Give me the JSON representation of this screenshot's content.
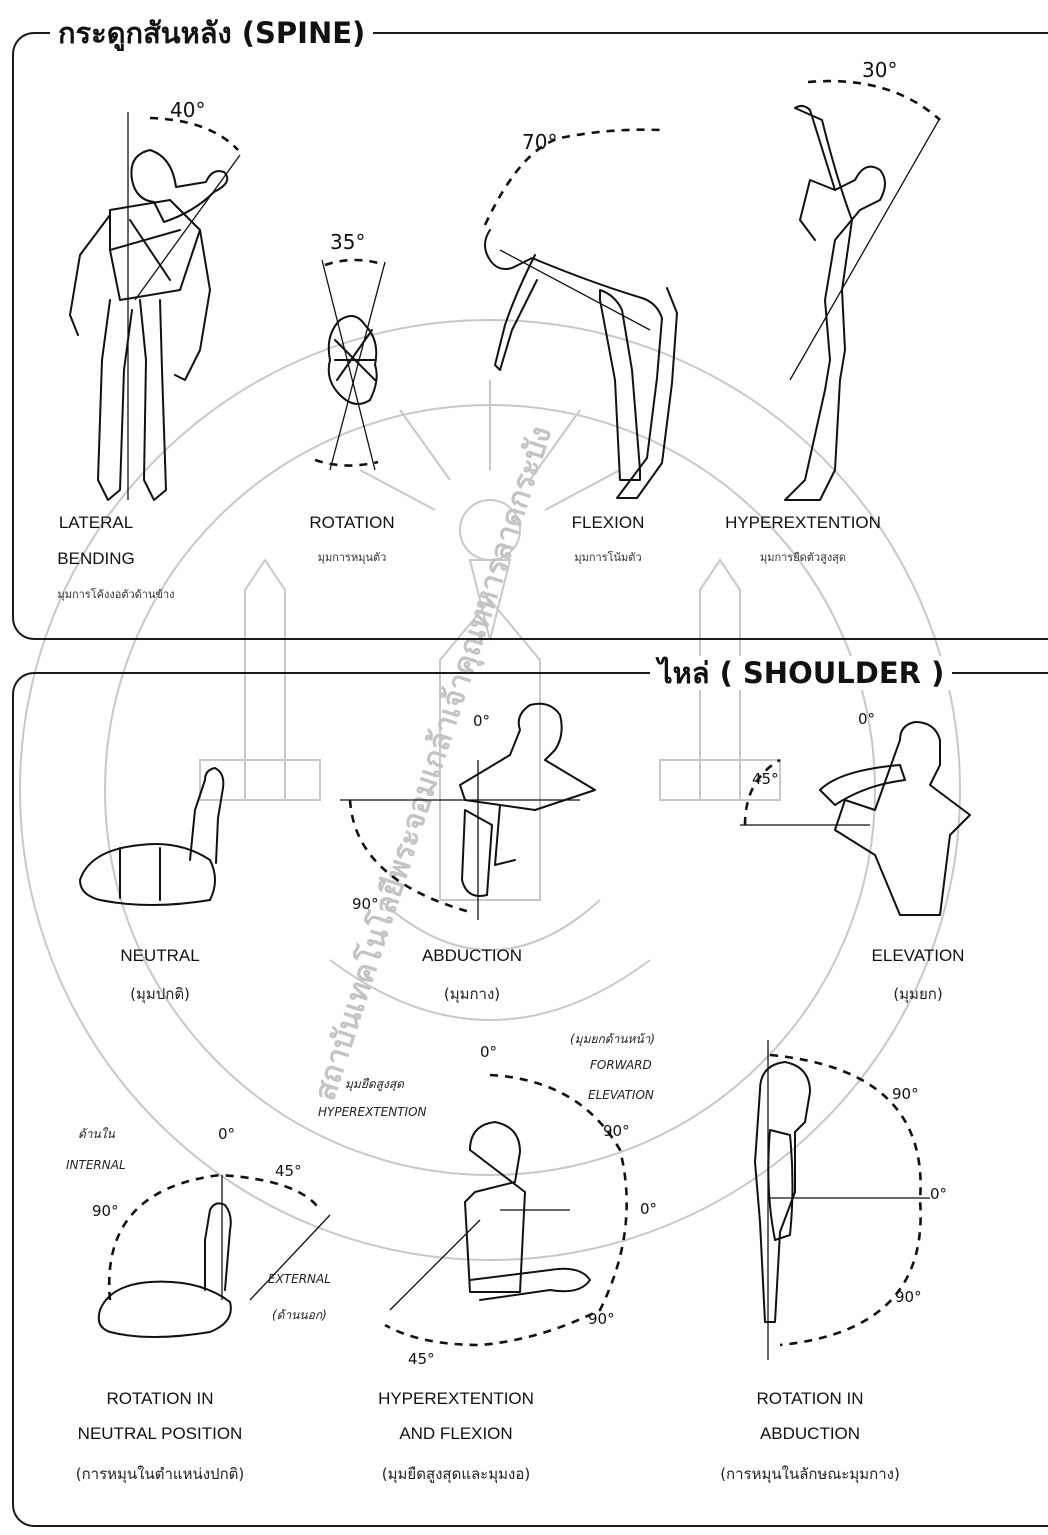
{
  "spine": {
    "title": "กระดูกสันหลัง (SPINE)",
    "items": [
      {
        "label_line1": "LATERAL",
        "label_line2": "BENDING",
        "sub": "มุมการโค้งงอตัวด้านข้าง",
        "angle": "40°"
      },
      {
        "label_line1": "ROTATION",
        "sub": "มุมการหมุนตัว",
        "angle": "35°"
      },
      {
        "label_line1": "FLEXION",
        "sub": "มุมการโน้มตัว",
        "angle": "70°"
      },
      {
        "label_line1": "HYPEREXTENTION",
        "sub": "มุมการยืดตัวสูงสุด",
        "angle": "30°"
      }
    ]
  },
  "shoulder": {
    "title": "ไหล่ ( SHOULDER )",
    "row1": [
      {
        "label": "NEUTRAL",
        "sub": "(มุมปกติ)"
      },
      {
        "label": "ABDUCTION",
        "sub": "(มุมกาง)",
        "angle_top": "0°",
        "angle_bottom": "90°"
      },
      {
        "label": "ELEVATION",
        "sub": "(มุมยก)",
        "angle_top": "0°",
        "angle_side": "45°"
      }
    ],
    "row2": [
      {
        "label_line1": "ROTATION IN",
        "label_line2": "NEUTRAL POSITION",
        "sub": "(การหมุนในตำแหน่งปกติ)",
        "note_internal_th": "ด้านใน",
        "note_internal": "INTERNAL",
        "note_external": "EXTERNAL",
        "note_external_th": "(ด้านนอก)",
        "angle_top": "0°",
        "angle_left": "90°",
        "angle_right": "45°"
      },
      {
        "label_line1": "HYPEREXTENTION",
        "label_line2": "AND FLEXION",
        "sub": "(มุมยืดสูงสุดและมุมงอ)",
        "note_hyper_th": "มุมยืดสูงสุด",
        "note_hyper": "HYPEREXTENTION",
        "note_forward_th": "(มุมยกด้านหน้า)",
        "note_forward1": "FORWARD",
        "note_forward2": "ELEVATION",
        "angle_top": "0°",
        "angle_mid": "90°",
        "angle_right": "0°",
        "angle_bottom": "90°",
        "angle_left": "45°"
      },
      {
        "label_line1": "ROTATION IN",
        "label_line2": "ABDUCTION",
        "sub": "(การหมุนในลักษณะมุมกาง)",
        "angle_top": "90°",
        "angle_right": "0°",
        "angle_bottom": "90°"
      }
    ]
  },
  "watermark": {
    "text": "สถาบันเทคโนโลยีพระจอมเกล้าเจ้าคุณทหารลาดกระบัง"
  }
}
